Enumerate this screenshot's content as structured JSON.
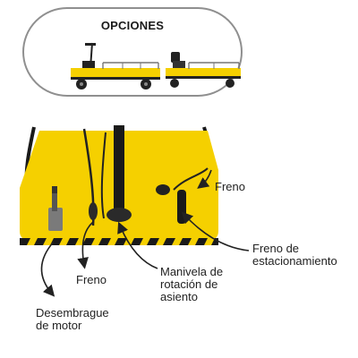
{
  "options": {
    "title": "OPCIONES"
  },
  "labels": {
    "freno_right": "Freno",
    "freno_estacionamiento": "Freno de estacionamiento",
    "manivela": "Manivela de rotación de asiento",
    "freno_left": "Freno",
    "desembrague": "Desembrague de motor"
  },
  "colors": {
    "platform_yellow": "#f5d000",
    "panel_border": "#8f8f8f",
    "frame_dark": "#1a1a1a"
  }
}
